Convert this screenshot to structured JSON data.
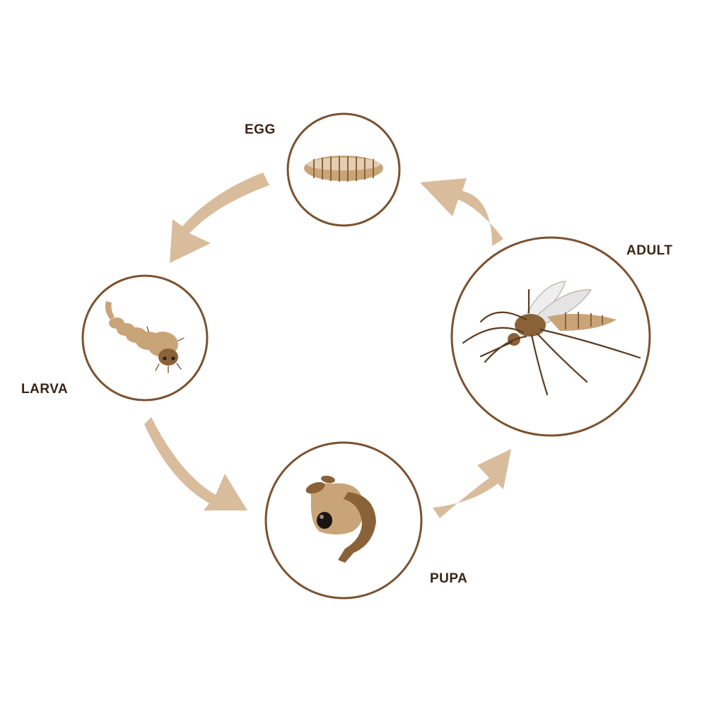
{
  "diagram": {
    "stages": [
      {
        "id": "egg",
        "label": "EGG",
        "icon": "egg-icon"
      },
      {
        "id": "larva",
        "label": "LARVA",
        "icon": "larva-icon"
      },
      {
        "id": "pupa",
        "label": "PUPA",
        "icon": "pupa-icon"
      },
      {
        "id": "adult",
        "label": "ADULT",
        "icon": "mosquito-icon"
      }
    ],
    "colors": {
      "circle_stroke": "#7a5230",
      "arrow_fill": "#d8bc9c",
      "label_text": "#3a2416",
      "body_tan": "#c9a478",
      "body_dark": "#8a6238"
    }
  }
}
